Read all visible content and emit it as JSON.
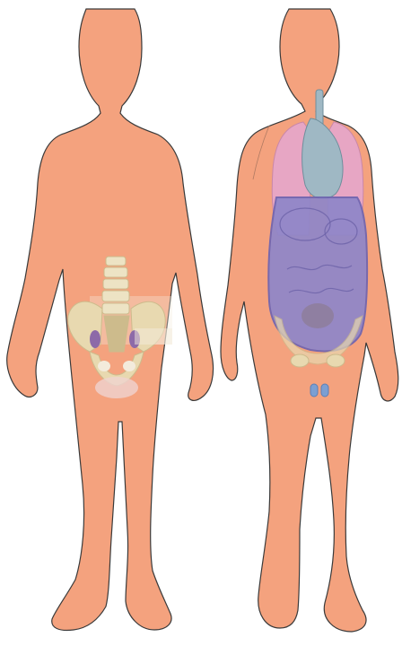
{
  "colors": {
    "skin": "#F4A27E",
    "outline": "#3a3a3a",
    "bone": "#E8D9B0",
    "bone_shadow": "#CDBB8C",
    "spine": "#EDE3C4",
    "marrow_purple": "#8D6AA8",
    "lung": "#E7A6C4",
    "heart": "#9FB8C4",
    "abdomen": "#8F86C9",
    "abdomen_edge": "#6E64B0",
    "testis": "#7C9FD2"
  },
  "figures": [
    {
      "name": "skeletal-view",
      "overlay": "pelvis-and-lumbar-spine"
    },
    {
      "name": "organ-view",
      "overlay": "thoracic-and-abdominal-organs"
    }
  ]
}
